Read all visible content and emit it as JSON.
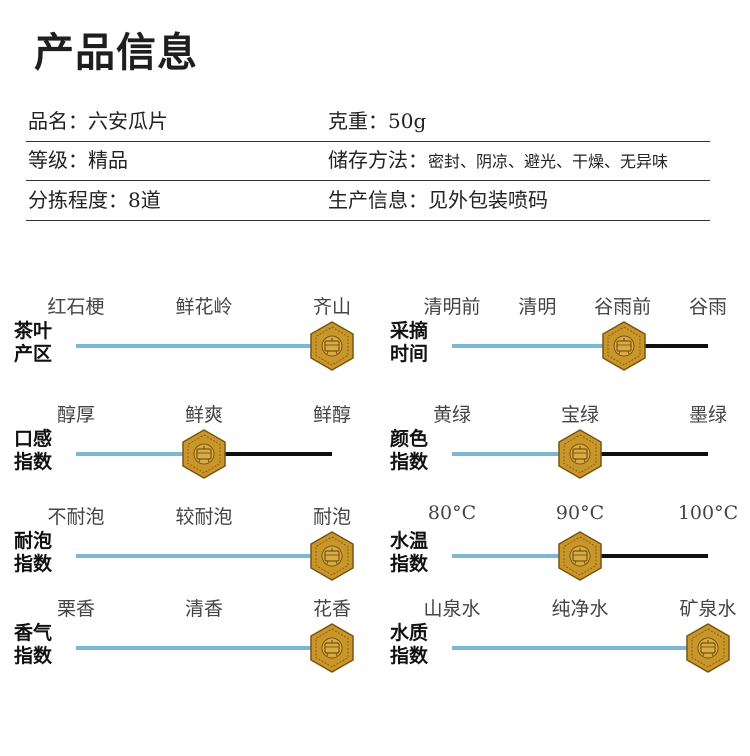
{
  "title": "产品信息",
  "info_rows": [
    {
      "left": "品名：六安瓜片",
      "right": "克重：50g"
    },
    {
      "left": "等级：精品",
      "right_label": "储存方法：",
      "right_value": "密封、阴凉、避光、干燥、无异味"
    },
    {
      "left": "分拣程度：8道",
      "right": "生产信息：见外包装喷码"
    }
  ],
  "scales": [
    {
      "label": [
        "茶叶",
        "产区"
      ],
      "options": [
        "红石梗",
        "鲜花岭",
        "齐山"
      ],
      "level": 1.0,
      "show_black": false
    },
    {
      "label": [
        "采摘",
        "时间"
      ],
      "options": [
        "清明前",
        "清明",
        "谷雨前",
        "谷雨"
      ],
      "level": 0.67,
      "show_black": true
    },
    {
      "label": [
        "口感",
        "指数"
      ],
      "options": [
        "醇厚",
        "鲜爽",
        "鲜醇"
      ],
      "level": 0.5,
      "show_black": true
    },
    {
      "label": [
        "颜色",
        "指数"
      ],
      "options": [
        "黄绿",
        "宝绿",
        "墨绿"
      ],
      "level": 0.5,
      "show_black": true
    },
    {
      "label": [
        "耐泡",
        "指数"
      ],
      "options": [
        "不耐泡",
        "较耐泡",
        "耐泡"
      ],
      "level": 1.0,
      "show_black": false
    },
    {
      "label": [
        "水温",
        "指数"
      ],
      "options": [
        "80°C",
        "90°C",
        "100°C"
      ],
      "level": 0.5,
      "show_black": true
    },
    {
      "label": [
        "香气",
        "指数"
      ],
      "options": [
        "栗香",
        "清香",
        "花香"
      ],
      "level": 1.0,
      "show_black": false
    },
    {
      "label": [
        "水质",
        "指数"
      ],
      "options": [
        "山泉水",
        "纯净水",
        "矿泉水"
      ],
      "level": 1.0,
      "show_black": false
    }
  ],
  "colors": {
    "track": "#7ab8d3",
    "badge": "#c9962a",
    "badge_dark": "#7a5410"
  },
  "icons": {
    "marker": "hexagon-seal-icon"
  }
}
